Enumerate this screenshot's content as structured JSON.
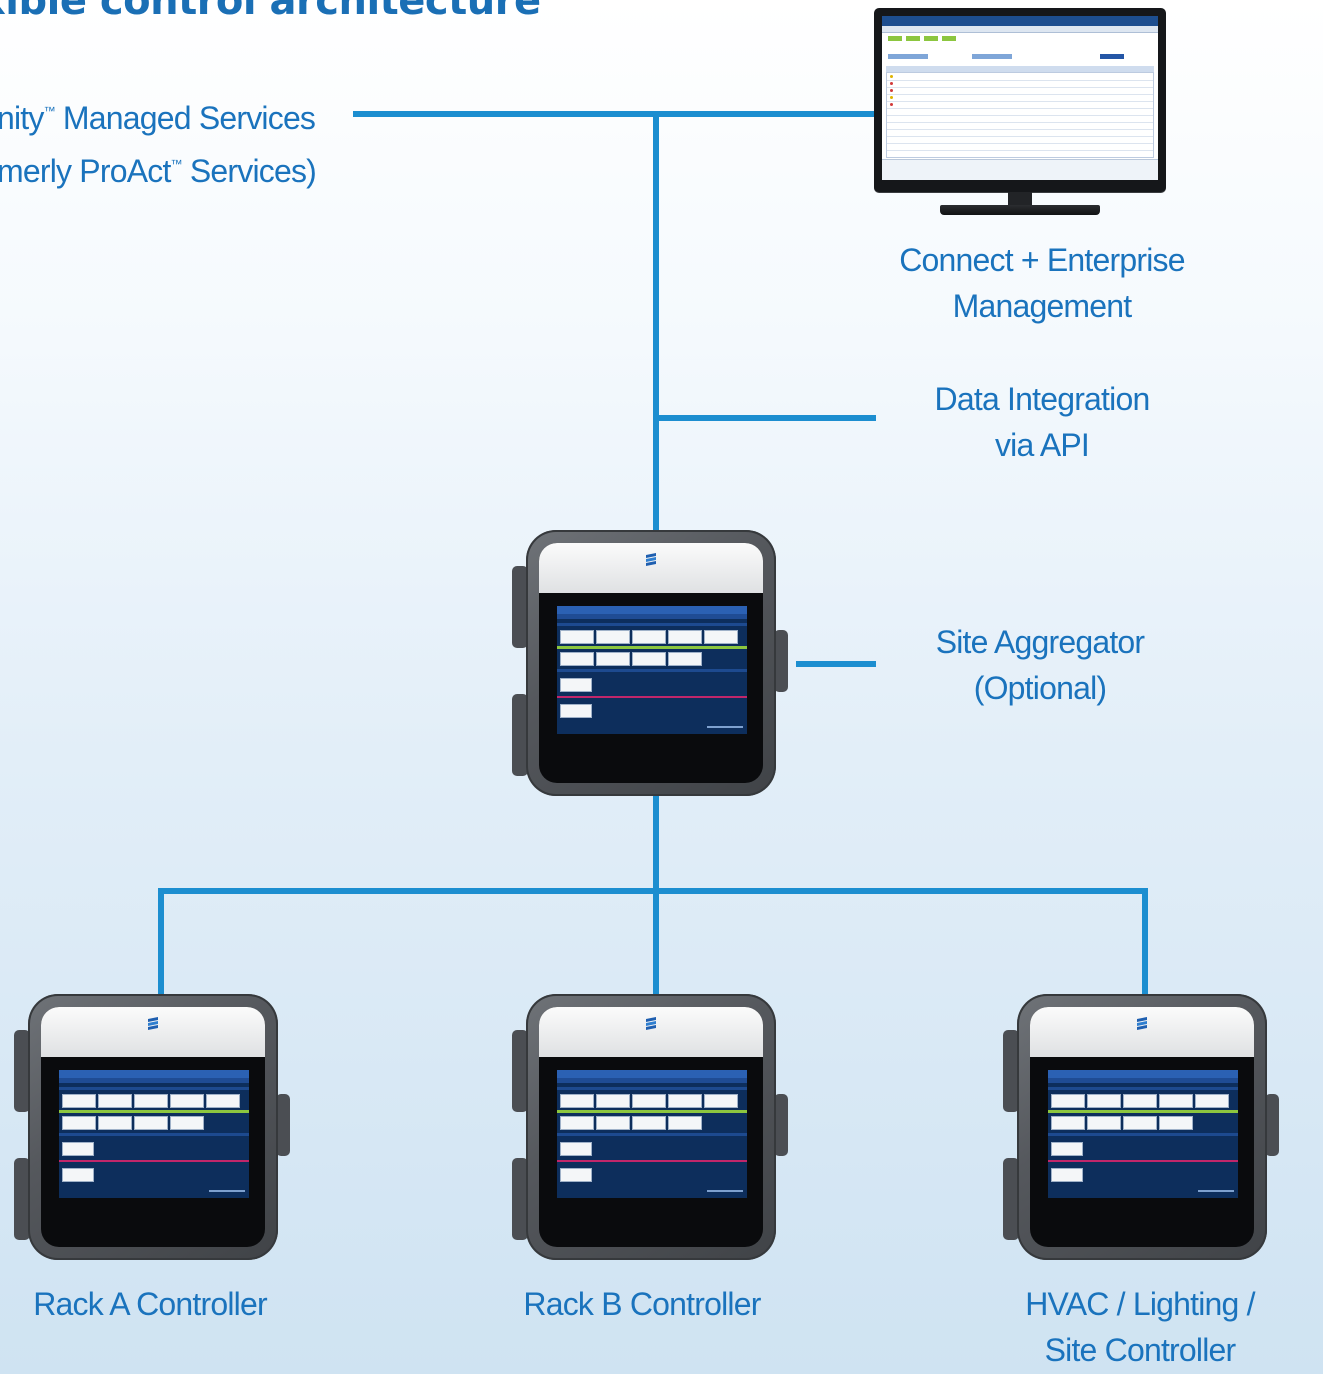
{
  "title": "xible control architecture",
  "nodes": {
    "managed_services": {
      "line1_prefix": "nity",
      "line1_suffix": " Managed Services",
      "line2_prefix": "merly ProAct",
      "line2_suffix": " Services)",
      "tm": "™"
    },
    "enterprise": {
      "line1": "Connect + Enterprise",
      "line2": "Management"
    },
    "data_integration": {
      "line1": "Data Integration",
      "line2": "via API"
    },
    "site_aggregator": {
      "line1": "Site Aggregator",
      "line2": "(Optional)"
    },
    "rack_a": {
      "line1": "Rack A Controller"
    },
    "rack_b": {
      "line1": "Rack B Controller"
    },
    "hvac": {
      "line1": "HVAC / Lighting /",
      "line2": "Site Controller"
    }
  },
  "device": {
    "brand": "EMERSON"
  },
  "colors": {
    "connector": "#1c8ed0",
    "label": "#1a73bd",
    "title": "#1a6fb5"
  },
  "icons": {
    "device": "emerson-controller",
    "monitor": "desktop-monitor"
  }
}
